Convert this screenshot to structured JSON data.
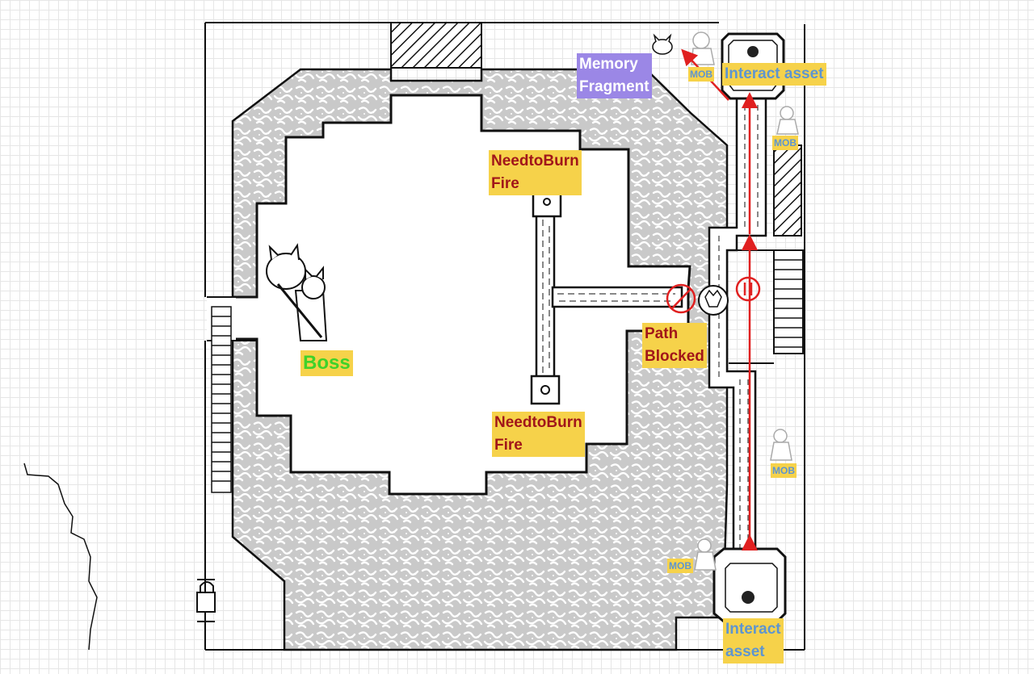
{
  "labels": {
    "memory_fragment": [
      "Memory",
      "Fragment"
    ],
    "interact_top": "Interact asset",
    "interact_bottom": [
      "Interact",
      "asset"
    ],
    "mob": "MOB",
    "fire_top": [
      "NeedtoBurn",
      "Fire"
    ],
    "fire_bottom": [
      "NeedtoBurn",
      "Fire"
    ],
    "path_blocked": [
      "Path",
      "Blocked"
    ],
    "boss": "Boss"
  },
  "colors": {
    "label_bg_yellow": "#f6d24a",
    "label_bg_purple": "#9b87e6",
    "text_red": "#a1161a",
    "text_green": "#3fd22a",
    "text_blue": "#5e95d0",
    "route_red": "#e02020",
    "floor_gray": "#c9c9c9"
  },
  "icons": [
    "boss-icon",
    "mob-icon",
    "lock-icon",
    "blocked-icon",
    "pause-marker-icon",
    "route-arrow-icon",
    "asset-icon"
  ]
}
